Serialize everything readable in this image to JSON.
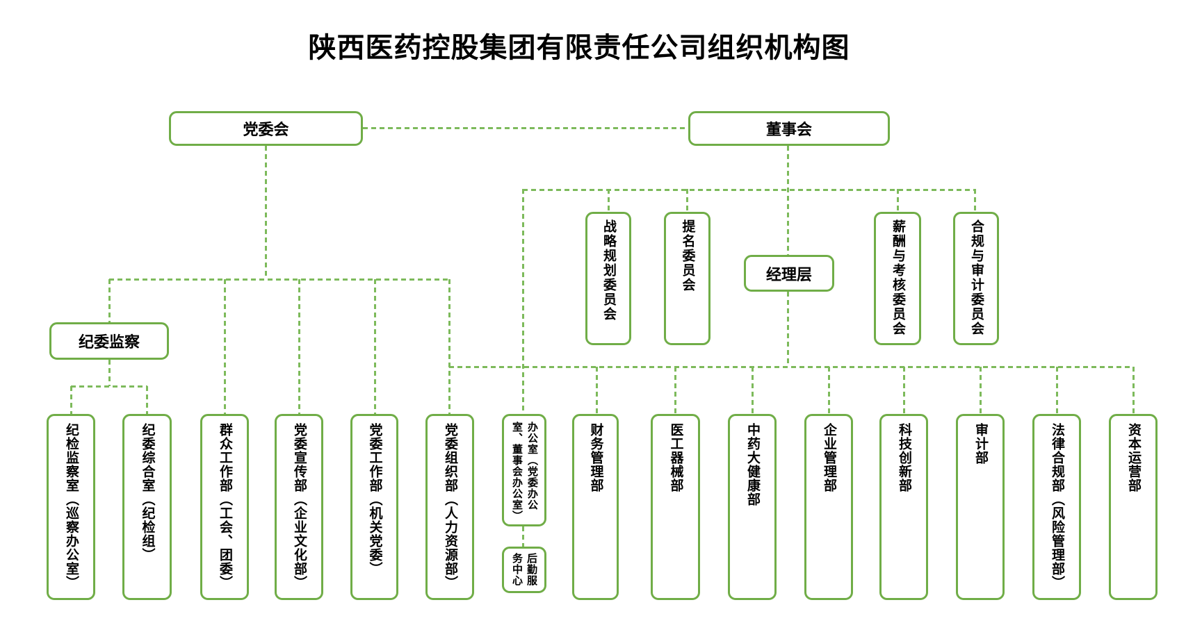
{
  "title": "陕西医药控股集团有限责任公司组织机构图",
  "colors": {
    "box_border": "#70AD47",
    "connector": "#7DBA5B",
    "text": "#000000",
    "background": "#FFFFFF"
  },
  "top_level": {
    "party_committee": "党委会",
    "board": "董事会"
  },
  "board_committees": [
    {
      "label": "战略规划委员会"
    },
    {
      "label": "提名委员会"
    },
    {
      "label": "薪酬与考核委员会"
    },
    {
      "label": "合规与审计委员会"
    }
  ],
  "management": {
    "label": "经理层"
  },
  "discipline": {
    "label": "纪委监察"
  },
  "bottom_row": [
    {
      "label": "纪检监察室（巡察办公室）"
    },
    {
      "label": "纪委综合室（纪检组）"
    },
    {
      "label": "群众工作部（工会、团委）"
    },
    {
      "label": "党委宣传部（企业文化部）"
    },
    {
      "label": "党委工作部（机关党委）"
    },
    {
      "label": "党委组织部（人力资源部）"
    },
    {
      "label": "办公室（党委办公室、董事会办公室）"
    },
    {
      "label": "财务管理部"
    },
    {
      "label": "医工器械部"
    },
    {
      "label": "中药大健康部"
    },
    {
      "label": "企业管理部"
    },
    {
      "label": "科技创新部"
    },
    {
      "label": "审计部"
    },
    {
      "label": "法律合规部（风险管理部）"
    },
    {
      "label": "资本运营部"
    }
  ],
  "office_subsidiary": {
    "label": "后勤服务中心"
  }
}
